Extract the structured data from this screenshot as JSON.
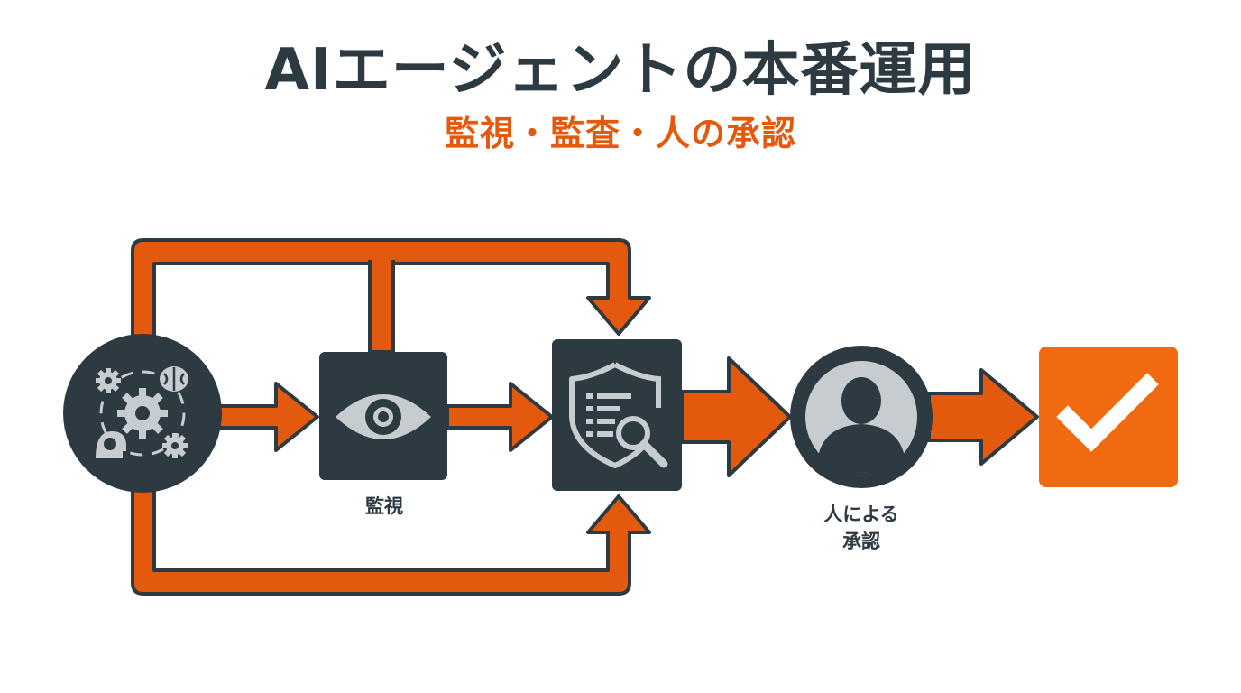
{
  "header": {
    "title": "AIエージェントの本番運用",
    "subtitle": "監視・監査・人の承認"
  },
  "nodes": {
    "agent": {
      "icon": "brain-gears-icon"
    },
    "monitor": {
      "icon": "eye-icon",
      "label": "監視"
    },
    "audit": {
      "icon": "shield-document-search-icon"
    },
    "approval": {
      "icon": "person-icon",
      "label_line1": "人による",
      "label_line2": "承認"
    },
    "done": {
      "icon": "checkmark-icon"
    }
  },
  "colors": {
    "dark": "#2e3a42",
    "orange": "#e35a0e",
    "check_bg": "#f26a10",
    "icon_light": "#c7ccd0"
  }
}
